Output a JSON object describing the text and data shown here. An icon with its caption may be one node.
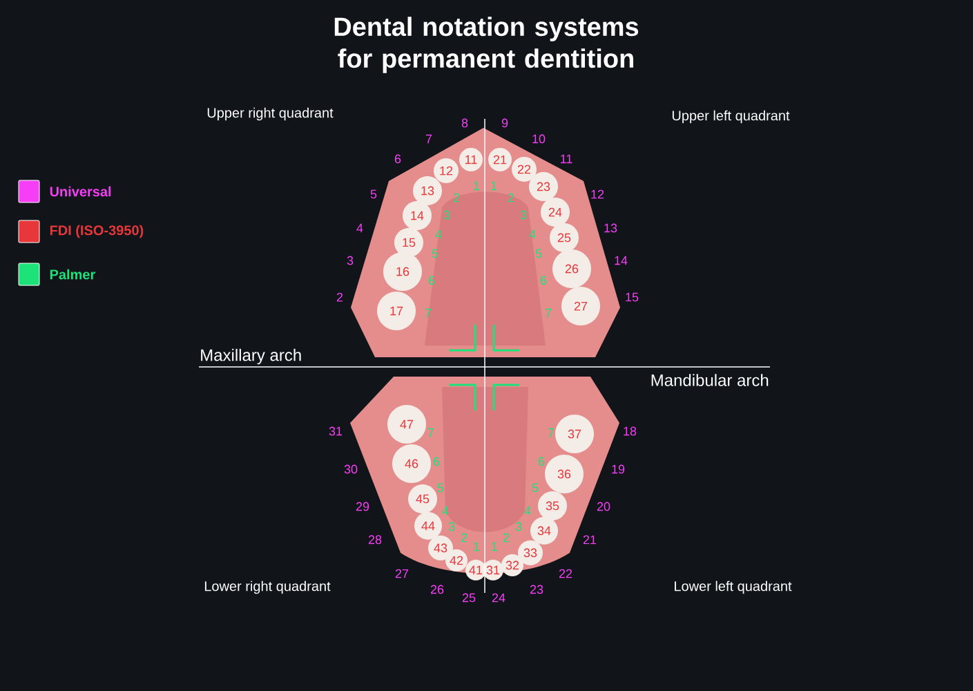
{
  "diagram": {
    "title": "Dental notation systems for permanent dentition",
    "labels": [
      "Upper right quadrant",
      "Upper left quadrant",
      "8",
      "7",
      "6",
      "5",
      "4",
      "3",
      "2",
      "9",
      "10",
      "11",
      "12",
      "13",
      "14",
      "15",
      "11",
      "12",
      "13",
      "14",
      "15",
      "16",
      "17",
      "21",
      "22",
      "23",
      "24",
      "25",
      "26",
      "27",
      "1",
      "2",
      "3",
      "4",
      "5",
      "6",
      "7",
      "1",
      "2",
      "3",
      "4",
      "5",
      "6",
      "7",
      "Maxillary arch",
      "Mandibular arch",
      "31",
      "30",
      "29",
      "28",
      "27",
      "26",
      "25",
      "24",
      "23",
      "22",
      "21",
      "20",
      "19",
      "18",
      "47",
      "46",
      "45",
      "44",
      "43",
      "42",
      "41",
      "31",
      "32",
      "33",
      "34",
      "35",
      "36",
      "37",
      "1",
      "2",
      "3",
      "4",
      "5",
      "6",
      "7",
      "1",
      "2",
      "3",
      "4",
      "5",
      "6",
      "7",
      "Lower right quadrant",
      "Lower left quadrant"
    ],
    "legend": [
      {
        "text": "Universal",
        "color": "#f53ef5"
      },
      {
        "text": "FDI (ISO-3950)",
        "color": "#e8373a"
      },
      {
        "text": "Palmer",
        "color": "#1de27a"
      }
    ]
  }
}
